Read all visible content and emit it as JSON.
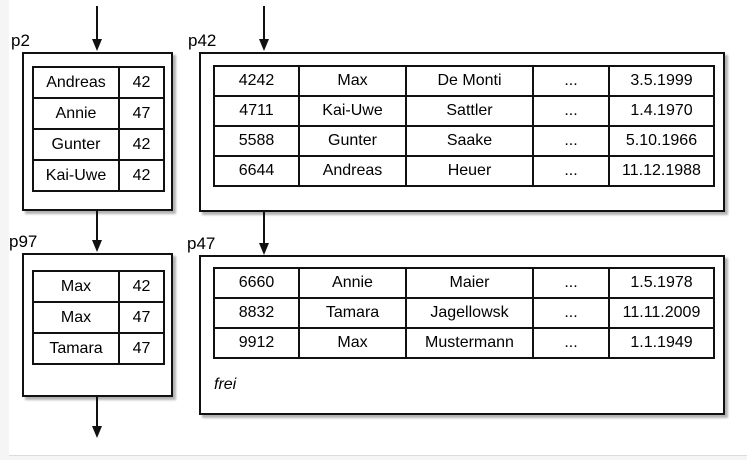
{
  "colors": {
    "line": "#111111",
    "box_bg": "#ffffff",
    "margin_bg": "#f5f5f5"
  },
  "pages": [
    {
      "label": "p2",
      "rows": [
        [
          "Andreas",
          "42"
        ],
        [
          "Annie",
          "47"
        ],
        [
          "Gunter",
          "42"
        ],
        [
          "Kai-Uwe",
          "42"
        ]
      ]
    },
    {
      "label": "p42",
      "rows": [
        [
          "4242",
          "Max",
          "De Monti",
          "...",
          "3.5.1999"
        ],
        [
          "4711",
          "Kai-Uwe",
          "Sattler",
          "...",
          "1.4.1970"
        ],
        [
          "5588",
          "Gunter",
          "Saake",
          "...",
          "5.10.1966"
        ],
        [
          "6644",
          "Andreas",
          "Heuer",
          "...",
          "11.12.1988"
        ]
      ]
    },
    {
      "label": "p97",
      "rows": [
        [
          "Max",
          "42"
        ],
        [
          "Max",
          "47"
        ],
        [
          "Tamara",
          "47"
        ]
      ]
    },
    {
      "label": "p47",
      "rows": [
        [
          "6660",
          "Annie",
          "Maier",
          "...",
          "1.5.1978"
        ],
        [
          "8832",
          "Tamara",
          "Jagellowsk",
          "...",
          "11.11.2009"
        ],
        [
          "9912",
          "Max",
          "Mustermann",
          "...",
          "1.1.1949"
        ]
      ],
      "free_label": "frei"
    }
  ],
  "arrows": [
    {
      "name": "arrow-top-into-p2"
    },
    {
      "name": "arrow-top-into-p42"
    },
    {
      "name": "arrow-p2-to-p97"
    },
    {
      "name": "arrow-p42-to-p47"
    },
    {
      "name": "arrow-p97-down"
    }
  ]
}
